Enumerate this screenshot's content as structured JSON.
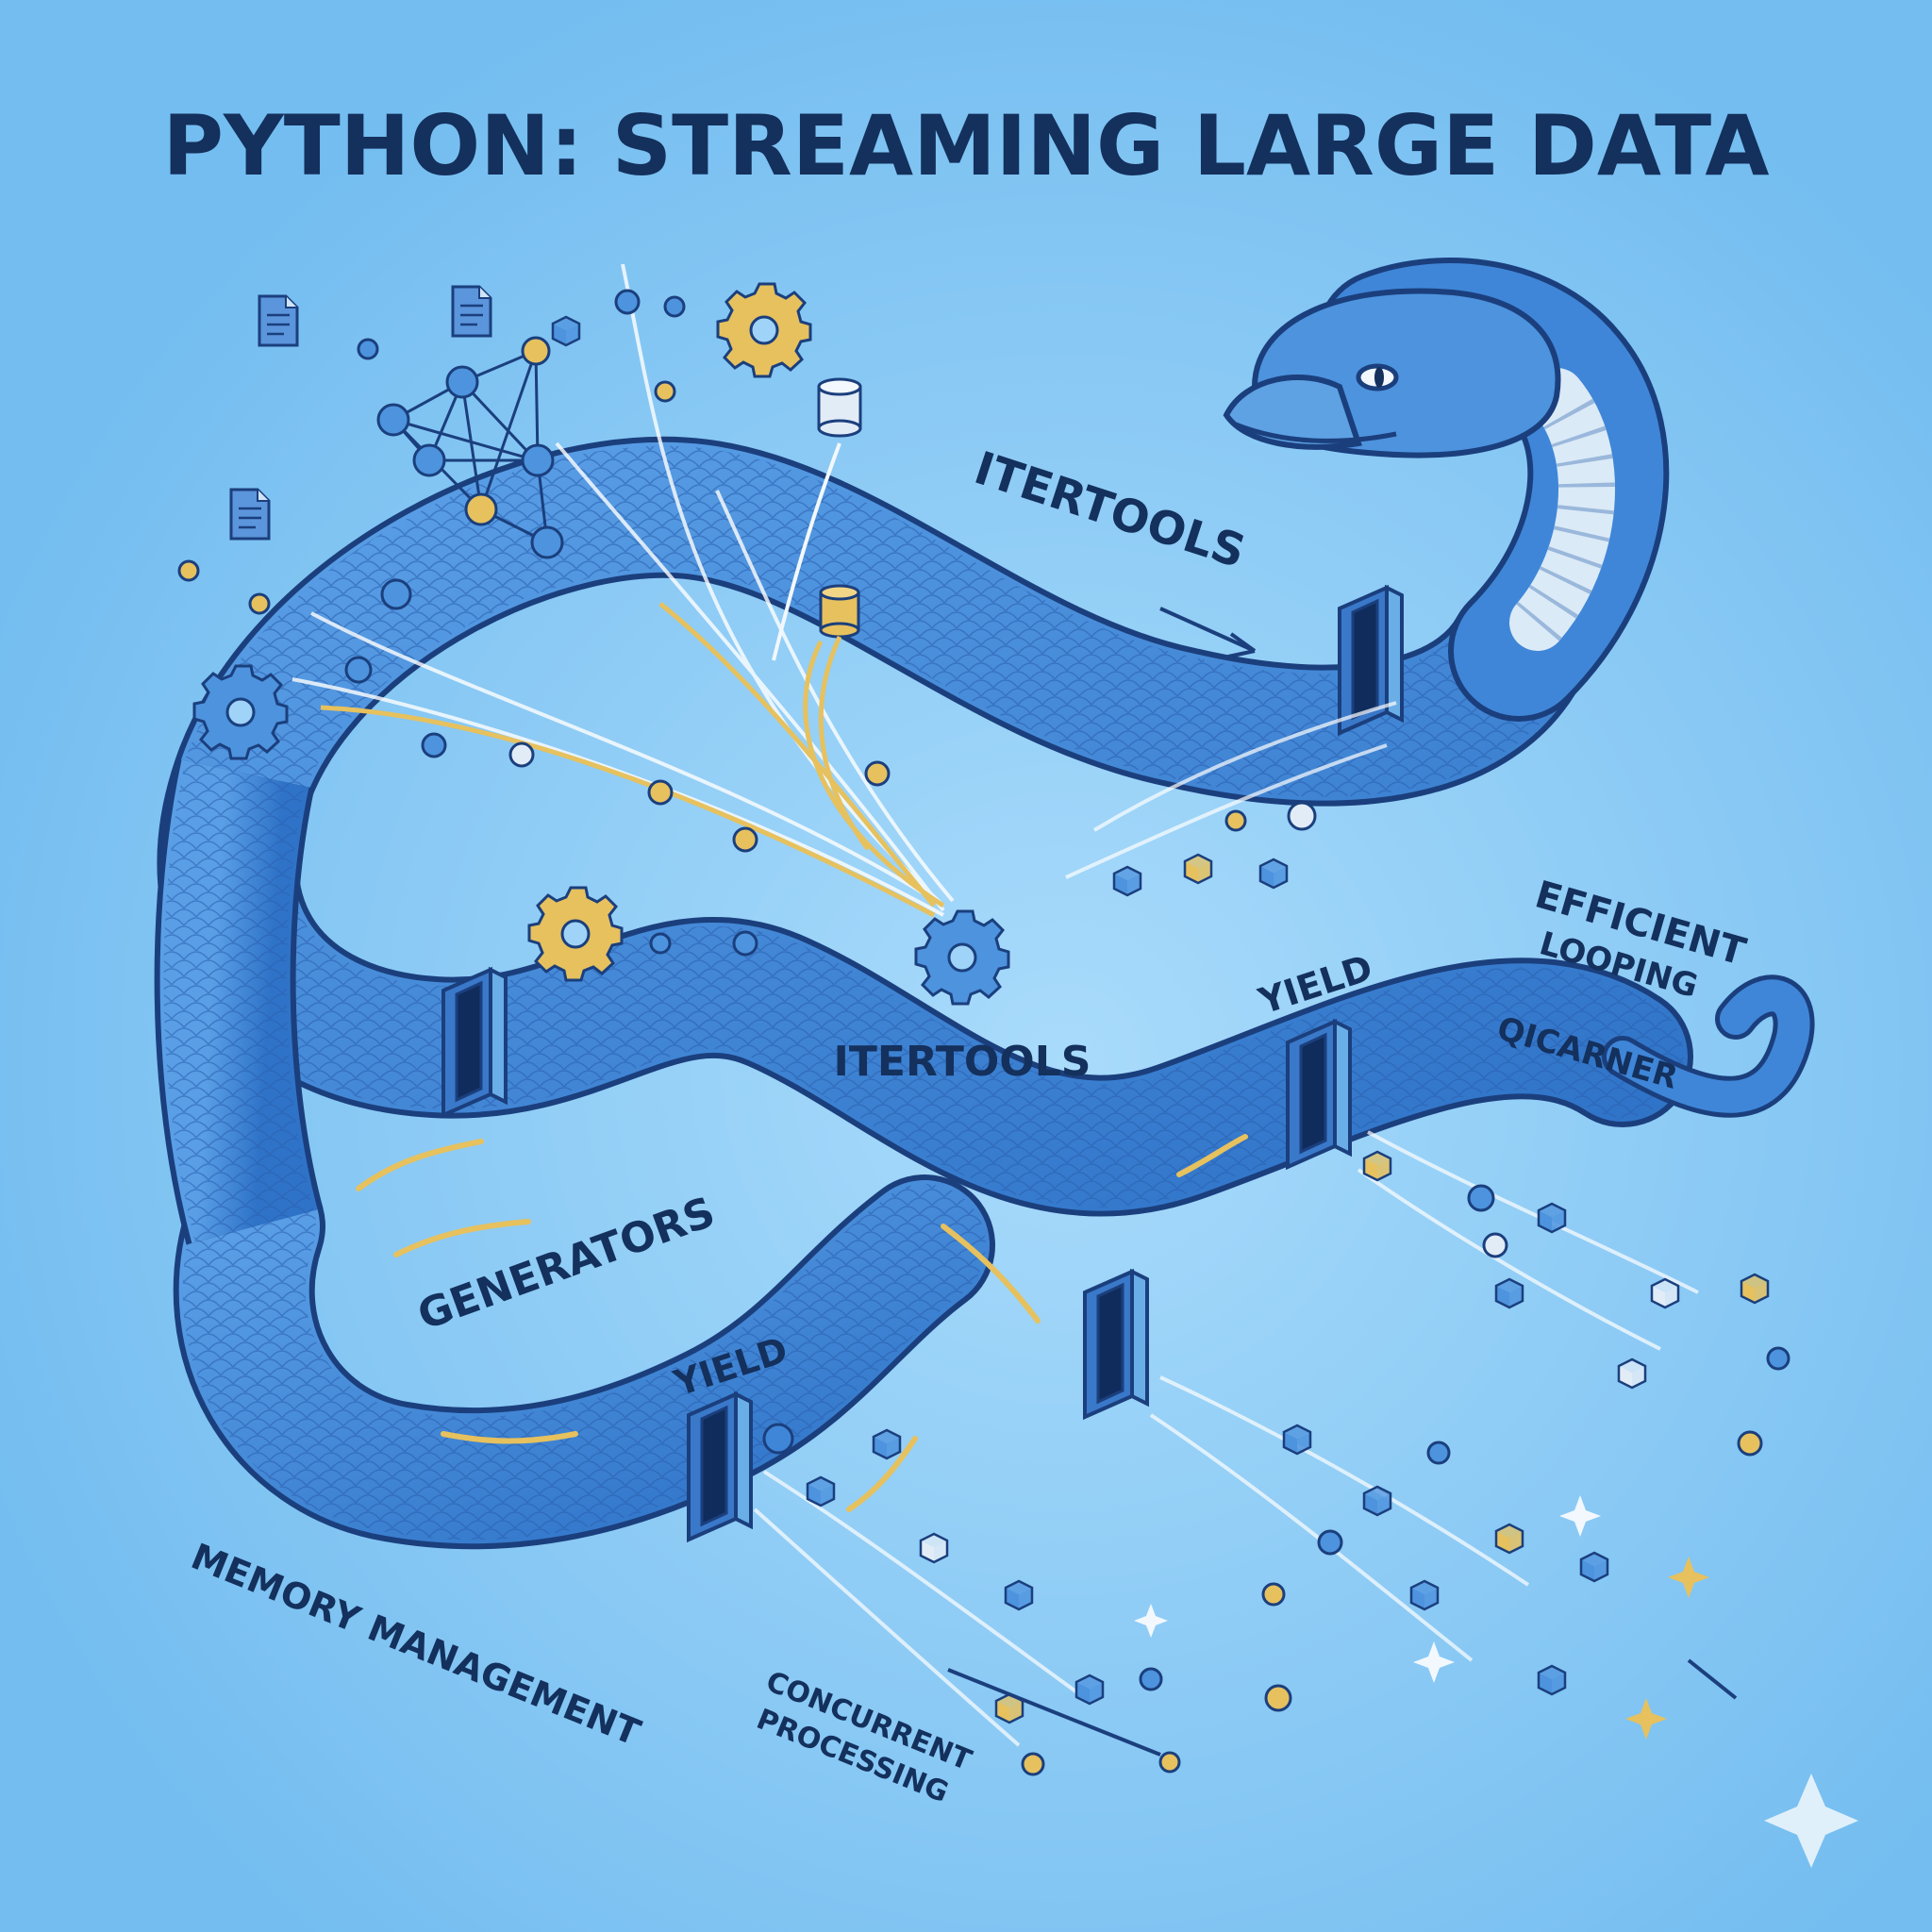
{
  "title": "PYTHON: STREAMING LARGE DATA",
  "labels": {
    "itertools_top": "ITERTOOLS",
    "itertools_center": "ITERTOOLS",
    "efficient": "EFFICIENT",
    "looping": "LOOPING",
    "garbled": "QICARNER",
    "yield_right": "YIELD",
    "yield_left": "YIELD",
    "generators": "GENERATORS",
    "memory": "MEMORY MANAGEMENT",
    "concurrent": "CONCURRENT",
    "processing": "PROCESSING"
  },
  "icons": [
    "document-icon",
    "gear-icon",
    "database-icon",
    "network-graph-icon",
    "data-cube-icon",
    "sparkle-icon",
    "python-snake"
  ],
  "colors": {
    "background": "#7cc3f2",
    "snake_body": "#3f86d8",
    "snake_outline": "#1b3f7d",
    "belly": "#dbeaf7",
    "gold": "#e6c15e",
    "title": "#14305c"
  }
}
